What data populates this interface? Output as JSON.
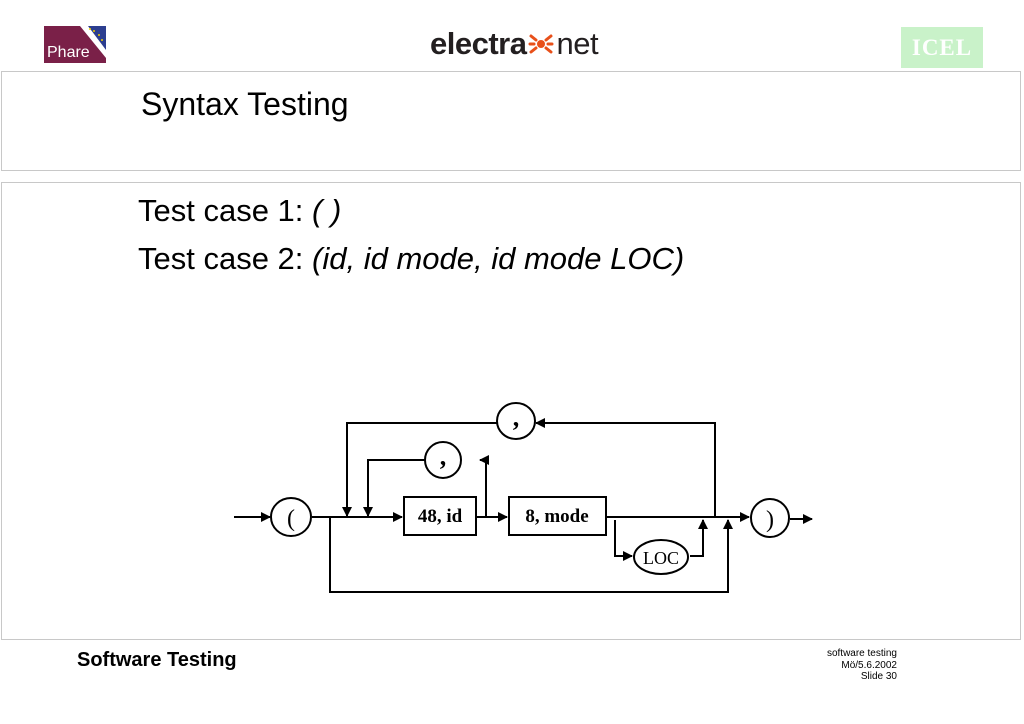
{
  "header": {
    "phare_logo_text": "Phare",
    "electra_logo": {
      "part1": "electra",
      "part2": "net"
    },
    "icel_logo_text": "ICEL"
  },
  "slide": {
    "title": "Syntax Testing",
    "test_cases": [
      {
        "label": "Test case 1: ",
        "value": "( )"
      },
      {
        "label": "Test case 2: ",
        "value": "(id, id mode, id mode LOC)"
      }
    ]
  },
  "diagram": {
    "nodes": {
      "open_paren": "(",
      "close_paren": ")",
      "outer_comma": ",",
      "inner_comma": ",",
      "id_box": "48, id",
      "mode_box": "8, mode",
      "loc": "LOC"
    }
  },
  "footer": {
    "title": "Software Testing",
    "info": [
      "software testing",
      "Mö/5.6.2002",
      "Slide 30"
    ]
  },
  "colors": {
    "icel_bg": "#c9f2c9",
    "border": "#c8c8c8",
    "phare_purple": "#7a2048",
    "phare_blue": "#2c3e8f"
  }
}
